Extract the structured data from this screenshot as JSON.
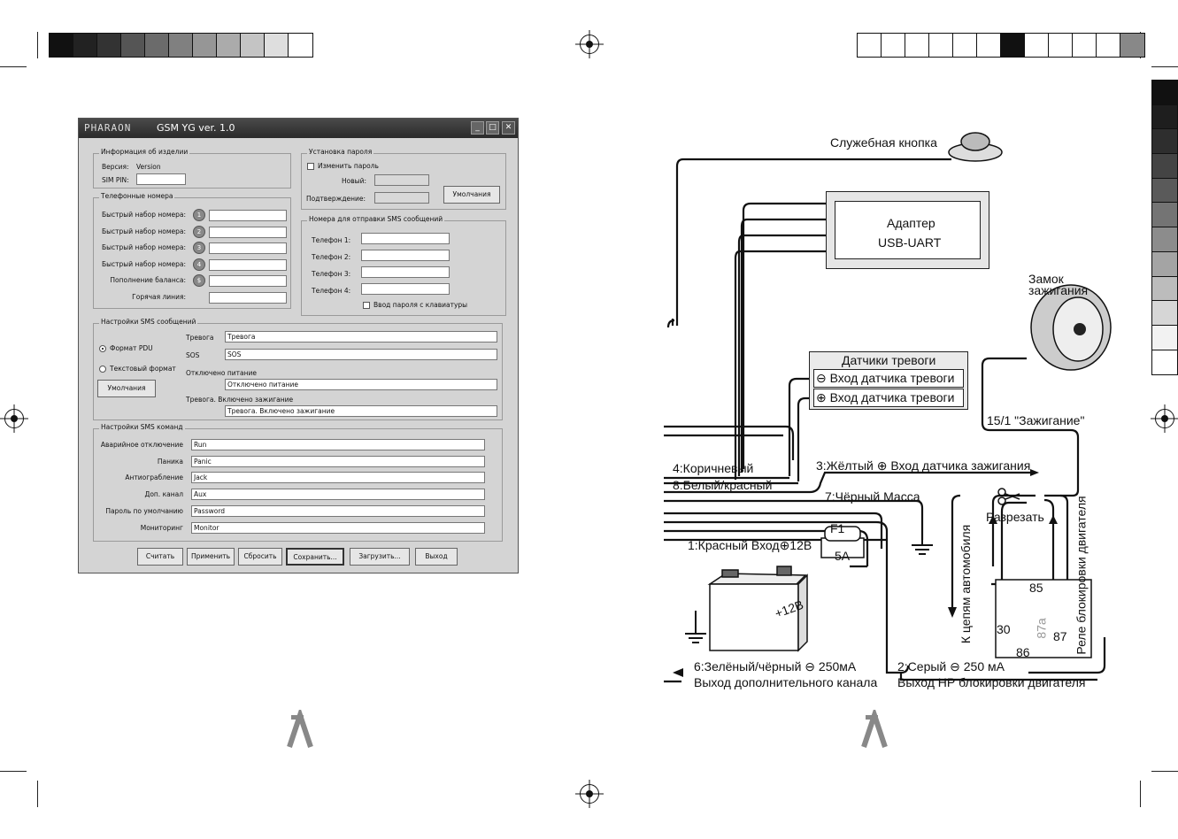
{
  "window": {
    "logo": "PHARAON",
    "title": "GSM YG ver. 1.0",
    "minimize_glyph": "_",
    "maximize_glyph": "□",
    "close_glyph": "✕"
  },
  "device_info": {
    "group_title": "Информация об изделии",
    "version_label": "Версия:",
    "version_value": "Version",
    "sim_pin_label": "SIM PIN:",
    "sim_pin_value": ""
  },
  "password": {
    "group_title": "Установка пароля",
    "change_label": "Изменить пароль",
    "new_label": "Новый:",
    "confirm_label": "Подтверждение:",
    "defaults_button": "Умолчания"
  },
  "phones": {
    "group_title": "Телефонные номера",
    "items": [
      {
        "label": "Быстрый набор номера:",
        "icon": "1",
        "value": ""
      },
      {
        "label": "Быстрый набор номера:",
        "icon": "2",
        "value": ""
      },
      {
        "label": "Быстрый набор номера:",
        "icon": "3",
        "value": ""
      },
      {
        "label": "Быстрый набор номера:",
        "icon": "4",
        "value": ""
      },
      {
        "label": "Пополнение баланса:",
        "icon": "$",
        "value": ""
      },
      {
        "label": "Горячая линия:",
        "icon": "",
        "value": ""
      }
    ]
  },
  "sms_numbers": {
    "group_title": "Номера для отправки SMS сообщений",
    "phone1": "Телефон 1:",
    "phone2": "Телефон 2:",
    "phone3": "Телефон 3:",
    "phone4": "Телефон 4:",
    "keyboard_label": "Ввод пароля с клавиатуры"
  },
  "sms_settings": {
    "group_title": "Настройки SMS сообщений",
    "pdu_label": "Формат PDU",
    "text_label": "Текстовый формат",
    "defaults_button": "Умолчания",
    "alarm_label": "Тревога",
    "alarm_value": "Тревога",
    "sos_label": "SOS",
    "sos_value": "SOS",
    "power_off_label": "Отключено питание",
    "power_off_value": "Отключено питание",
    "ign_label": "Тревога. Включено зажигание",
    "ign_value": "Тревога. Включено зажигание"
  },
  "sms_commands": {
    "group_title": "Настройки SMS команд",
    "items": [
      {
        "label": "Аварийное отключение",
        "value": "Run"
      },
      {
        "label": "Паника",
        "value": "Panic"
      },
      {
        "label": "Антиограбление",
        "value": "Jack"
      },
      {
        "label": "Доп. канал",
        "value": "Aux"
      },
      {
        "label": "Пароль по умолчанию",
        "value": "Password"
      },
      {
        "label": "Мониторинг",
        "value": "Monitor"
      }
    ]
  },
  "bottom_buttons": [
    "Считать",
    "Применить",
    "Сбросить",
    "Сохранить...",
    "Загрузить...",
    "Выход"
  ],
  "diagram": {
    "service_button": "Служебная кнопка",
    "adapter_line1": "Адаптер",
    "adapter_line2": "USB-UART",
    "ignition_lock_line1": "Замок",
    "ignition_lock_line2": "зажигания",
    "sensors_title": "Датчики тревоги",
    "sensor_minus": "⊖ Вход датчика тревоги",
    "sensor_plus": "⊕ Вход датчика тревоги",
    "ign_15": "15/1 \"Зажигание\"",
    "wire4": "4:Коричневый",
    "wire8": "8:Белый/красный",
    "wire3": "3:Жёлтый ⊕ Вход датчика зажигания",
    "wire7": "7:Чёрный Масса",
    "cut": "Разрезать",
    "fuse_name": "F1",
    "fuse_value": "5A",
    "wire1": "1:Красный Вход⊕12В",
    "battery": "+12В",
    "to_car": "К цепям автомобиля",
    "relay_block": "Реле блокировки двигателя",
    "pin85": "85",
    "pin30": "30",
    "pin87a": "87a",
    "pin87": "87",
    "pin86": "86",
    "wire6": "6:Зелёный/чёрный ⊖ 250мА",
    "wire6_sub": "Выход дополнительного канала",
    "wire2": "2:Серый ⊖ 250 мА",
    "wire2_sub": "Выход НР блокировки двигателя"
  },
  "colors": {
    "strip_left": [
      "#111111",
      "#222222",
      "#333333",
      "#555555",
      "#6b6b6b",
      "#808080",
      "#969696",
      "#ababab",
      "#c4c4c4",
      "#dedede",
      "#ffffff"
    ],
    "strip_right": [
      "#ffffff",
      "#ffffff",
      "#ffffff",
      "#ffffff",
      "#ffffff",
      "#ffffff",
      "#111111",
      "#ffffff",
      "#ffffff",
      "#ffffff",
      "#ffffff",
      "#888888"
    ],
    "strip_vertical": [
      "#111111",
      "#1e1e1e",
      "#2e2e2e",
      "#444444",
      "#5a5a5a",
      "#747474",
      "#8c8c8c",
      "#a4a4a4",
      "#bcbcbc",
      "#d6d6d6",
      "#f2f2f2",
      "#ffffff"
    ]
  }
}
